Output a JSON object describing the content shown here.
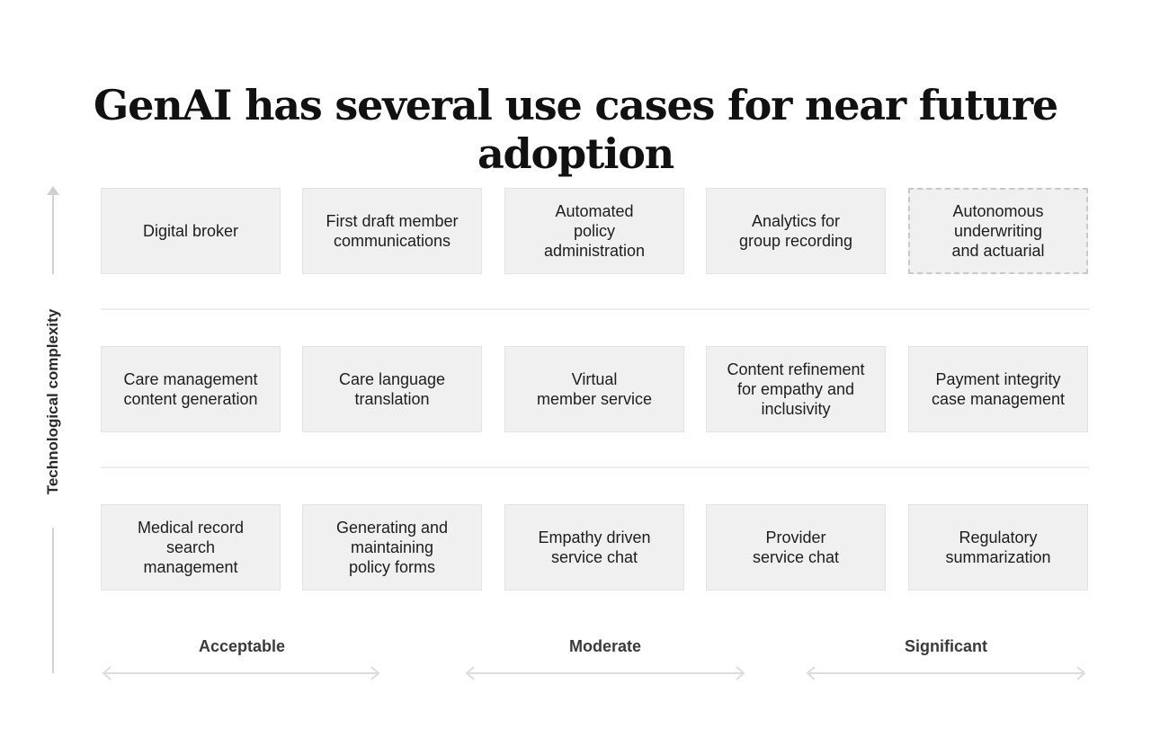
{
  "title": "GenAI has several use cases for near future adoption",
  "y_axis": {
    "label": "Technological complexity"
  },
  "x_axis": {
    "labels": [
      "Acceptable",
      "Moderate",
      "Significant"
    ]
  },
  "rows": [
    {
      "cards": [
        {
          "text": "Digital broker",
          "dashed": false
        },
        {
          "text": "First draft member\ncommunications",
          "dashed": false
        },
        {
          "text": "Automated\npolicy\nadministration",
          "dashed": false
        },
        {
          "text": "Analytics for\ngroup recording",
          "dashed": false
        },
        {
          "text": "Autonomous\nunderwriting\nand actuarial",
          "dashed": true
        }
      ]
    },
    {
      "cards": [
        {
          "text": "Care management\ncontent generation",
          "dashed": false
        },
        {
          "text": "Care language\ntranslation",
          "dashed": false
        },
        {
          "text": "Virtual\nmember service",
          "dashed": false
        },
        {
          "text": "Content refinement\nfor empathy and\ninclusivity",
          "dashed": false
        },
        {
          "text": "Payment integrity\ncase management",
          "dashed": false
        }
      ]
    },
    {
      "cards": [
        {
          "text": "Medical record\nsearch\nmanagement",
          "dashed": false
        },
        {
          "text": "Generating and\nmaintaining\npolicy forms",
          "dashed": false
        },
        {
          "text": "Empathy driven\nservice chat",
          "dashed": false
        },
        {
          "text": "Provider\nservice chat",
          "dashed": false
        },
        {
          "text": "Regulatory\nsummarization",
          "dashed": false
        }
      ]
    }
  ],
  "colors": {
    "card_fill": "#f1f0f1",
    "axis_line": "#d2d2d2",
    "arrow": "#dcdcdc"
  }
}
